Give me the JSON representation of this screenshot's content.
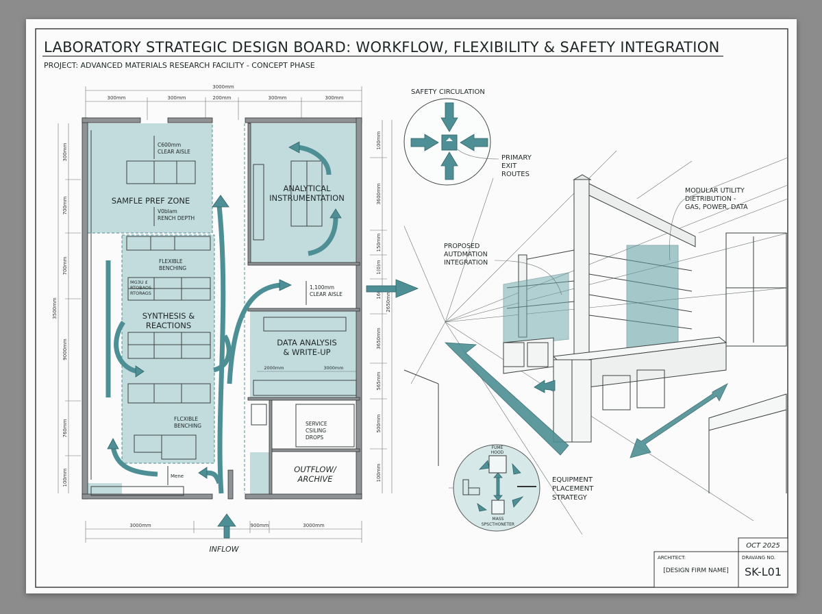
{
  "header": {
    "title": "LABORATORY STRATEGIC DESIGN BOARD: WORKFLOW, FLEXIBILITY & SAFETY INTEGRATION",
    "subtitle": "PROJECT: ADVANCED MATERIALS RESEARCH FACILITY - CONCEPT PHASE"
  },
  "floor_plan": {
    "top_dims": {
      "overall": "3000mm",
      "segments": [
        "300mm",
        "300mm",
        "200mm",
        "300mm",
        "300mm"
      ]
    },
    "bottom_dims": [
      "3000mm",
      "900mm",
      "3000mm"
    ],
    "left_dims": {
      "overall": "3500mm",
      "segments": [
        "300mm",
        "700mm",
        "700mm",
        "9000mm",
        "760mm",
        "100mm"
      ]
    },
    "right_dims": {
      "overall": "2650mm",
      "segments": [
        "100mm",
        "3600mm",
        "150mm",
        "1(0)m",
        "160",
        "3650mm",
        "565mm",
        "500mm",
        "100mm"
      ]
    },
    "zones": {
      "sample_prep": "SAMFLE PREF ZONE",
      "analytical": [
        "ANALYTICAL",
        "INSTRUMENTATION"
      ],
      "synthesis": [
        "SYNTHESIS &",
        "REACTIONS"
      ],
      "data_analysis": [
        "DATA ANALYSIS",
        "& WRITE-UP"
      ],
      "outflow": [
        "OUTFLOW/",
        "ARCHIVE"
      ]
    },
    "notes": {
      "clear_aisle_top": [
        "C600mm",
        "CLEAR AISLE"
      ],
      "bench_depth": [
        "V0bIam",
        "RENCH DEPTH"
      ],
      "flexible_benching_1": [
        "FLEXIBLE",
        "BENCHING"
      ],
      "storage": [
        "MG3U £",
        "RTOBAOS",
        "RTORAGS"
      ],
      "flexible_benching_2": [
        "FLCXIBLE",
        "BENCHING"
      ],
      "clear_aisle_mid": [
        "1,100mm",
        "CLEAR AISLE"
      ],
      "data_dims": [
        "2000mm",
        "3000mm"
      ],
      "service": [
        "SERVICE",
        "CSILING",
        "DROPS"
      ],
      "bottom_note": "Mene",
      "inflow": "INFLOW"
    }
  },
  "safety": {
    "title": "SAFETY CIRCULATION",
    "callout": [
      "PRIMARY",
      "EXIT",
      "ROUTES"
    ]
  },
  "perspective": {
    "modular": [
      "MODULAR UTILITY",
      "DIETRIBUTION -",
      "GAS, POWER, DATA"
    ],
    "automation": [
      "PROPOSED",
      "AUTDMATION",
      "INTEGRATION"
    ]
  },
  "equipment": {
    "top_label": [
      "FUME",
      "HOOD"
    ],
    "bottom_label": [
      "MASS",
      "SPSCTHONETER"
    ],
    "callout": [
      "EQUIPMENT",
      "PLACEMENT",
      "STRATEGY"
    ]
  },
  "title_block": {
    "date": "OCT 2025",
    "architect_label": "ARCHITECT:",
    "architect_value": "[DESIGN FIRM NAME]",
    "drawing_no_label": "DRAVANG NO.",
    "drawing_no": "SK-L01"
  },
  "colors": {
    "accent": "#4e8f95",
    "tint": "#b7d6d8",
    "paper": "#fafbfa",
    "background": "#8c8c8c"
  }
}
